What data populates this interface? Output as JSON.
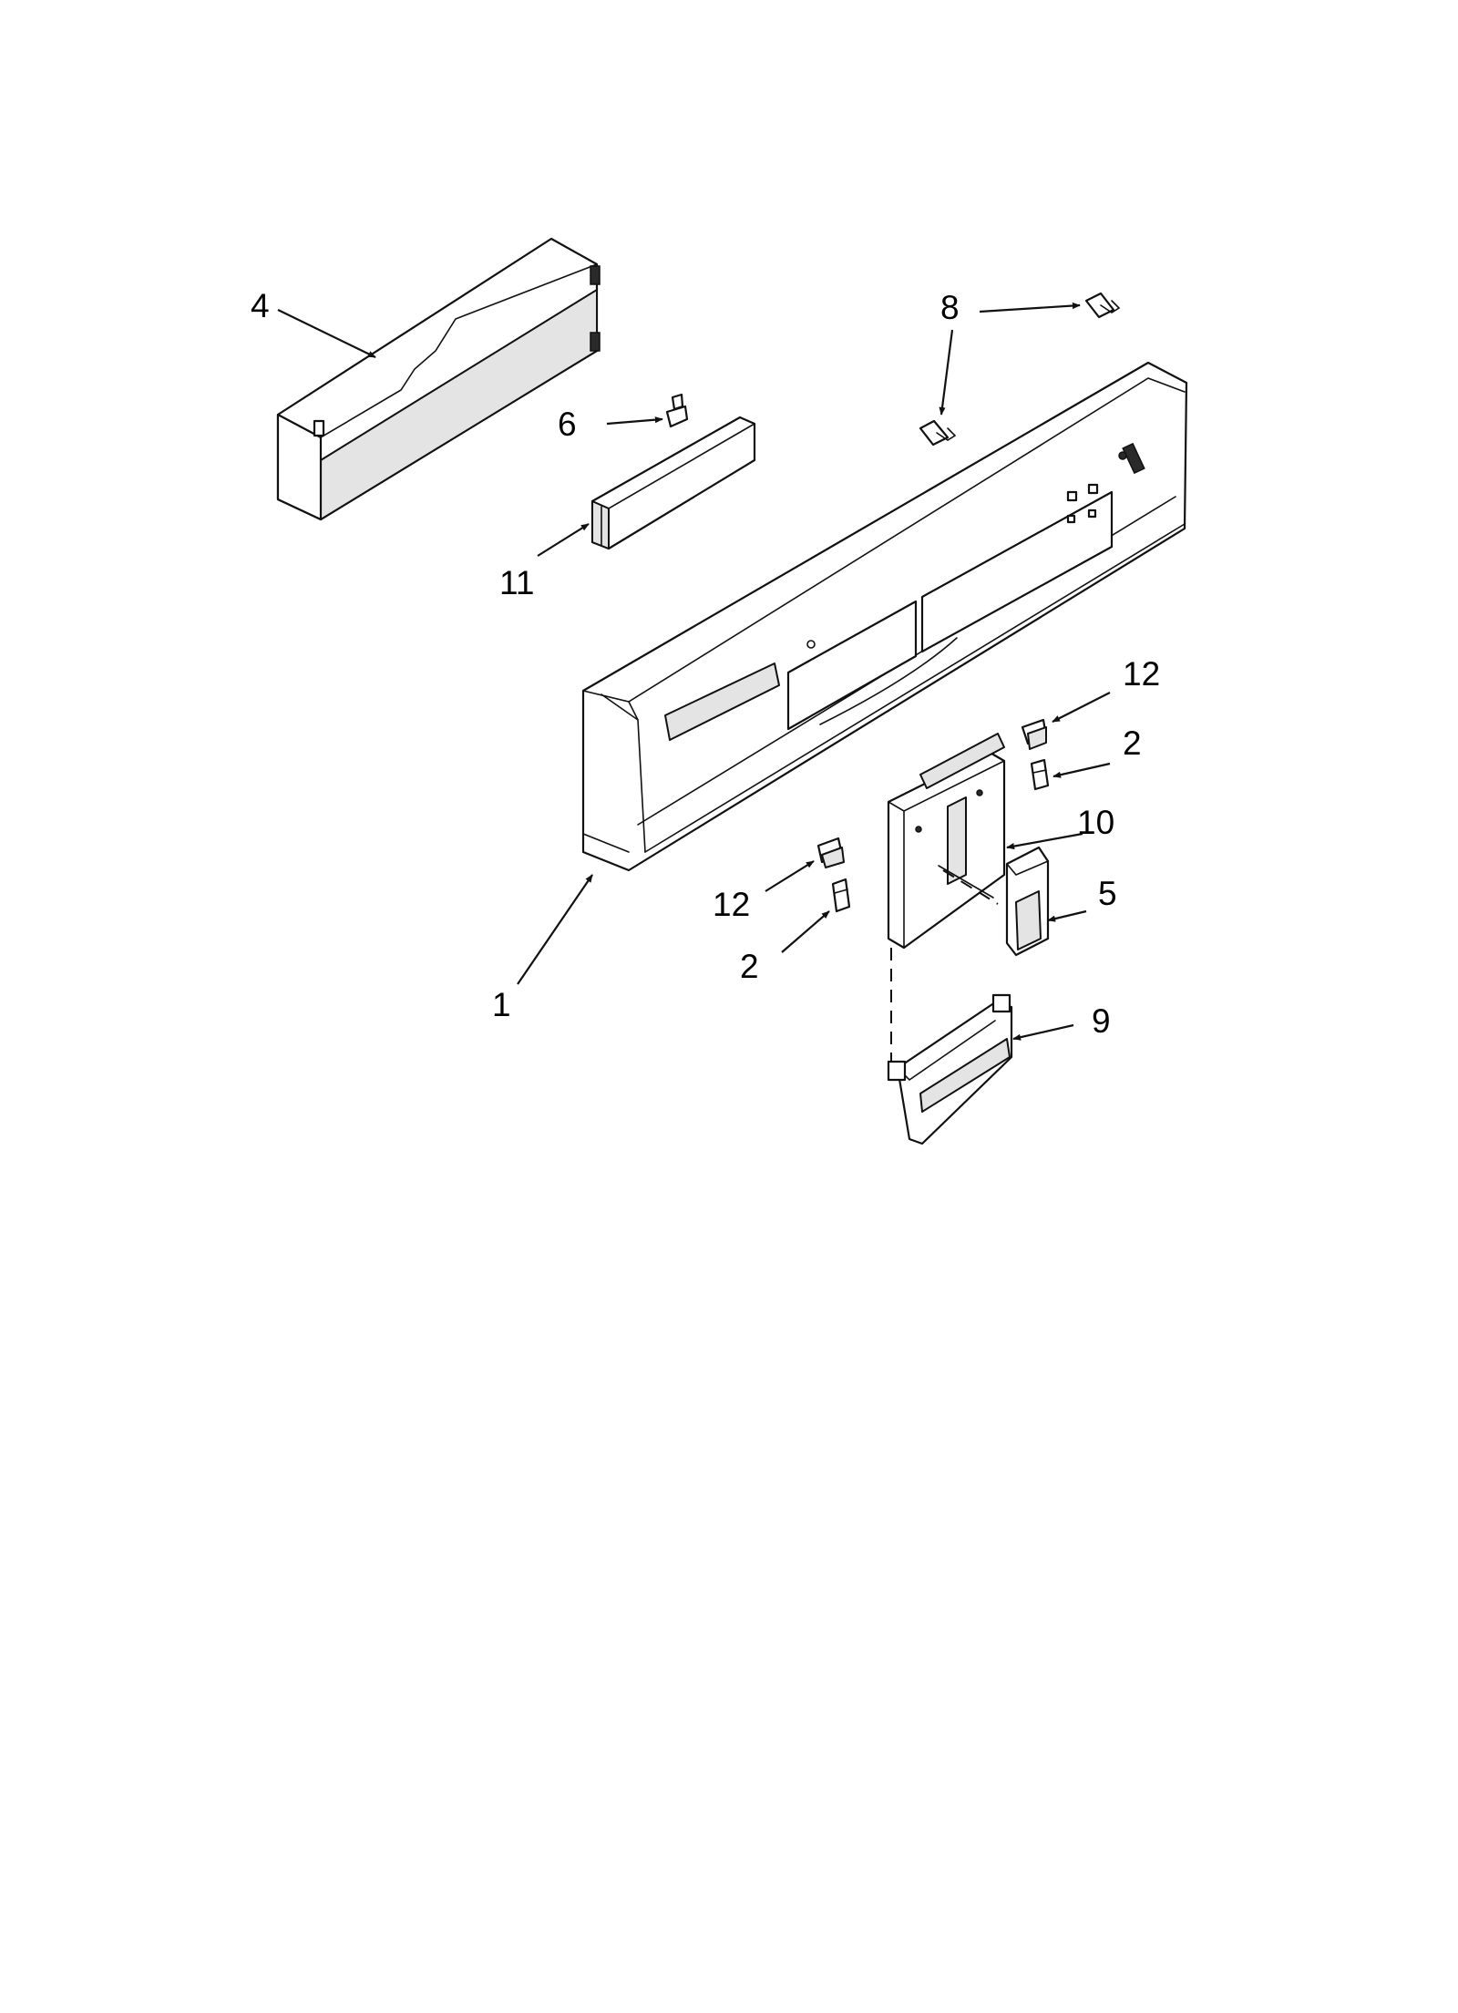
{
  "callouts": {
    "c1": "1",
    "c2a": "2",
    "c2b": "2",
    "c4": "4",
    "c5": "5",
    "c6": "6",
    "c8": "8",
    "c9": "9",
    "c10": "10",
    "c11": "11",
    "c12a": "12",
    "c12b": "12"
  }
}
